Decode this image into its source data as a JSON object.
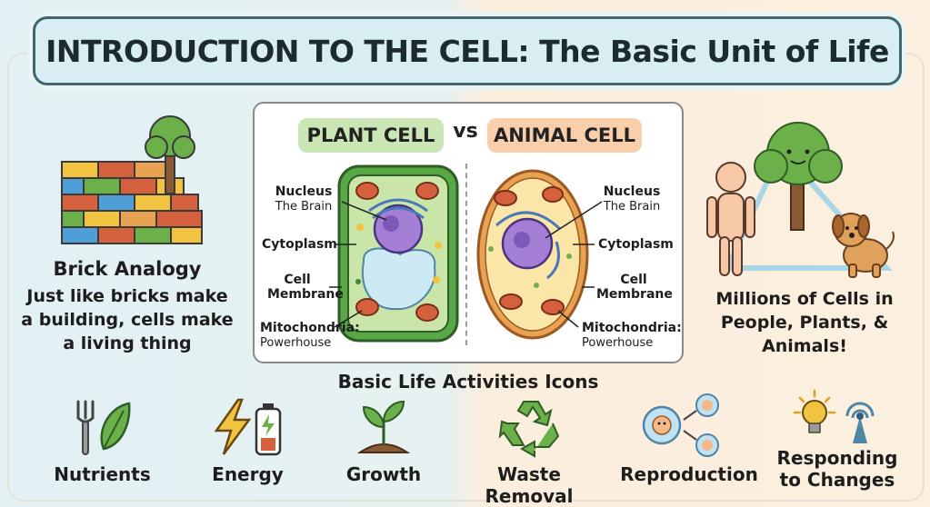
{
  "title": "INTRODUCTION TO THE CELL: The Basic Unit of Life",
  "comparison": {
    "plant_label": "PLANT CELL",
    "vs": "vs",
    "animal_label": "ANIMAL CELL",
    "plant_labels": {
      "nucleus": "Nucleus",
      "nucleus_sub": "The Brain",
      "cytoplasm": "Cytoplasm",
      "membrane_1": "Cell",
      "membrane_2": "Membrane",
      "mito": "Mitochondria:",
      "mito_sub": "Powerhouse"
    },
    "animal_labels": {
      "nucleus": "Nucleus",
      "nucleus_sub": "The Brain",
      "cytoplasm": "Cytoplasm",
      "membrane_1": "Cell",
      "membrane_2": "Membrane",
      "mito": "Mitochondria:",
      "mito_sub": "Powerhouse"
    }
  },
  "brick": {
    "heading": "Brick Analogy",
    "line1": "Just like bricks make",
    "line2": "a building, cells make",
    "line3": "a living thing"
  },
  "organisms": {
    "line1": "Millions of Cells in",
    "line2": "People, Plants, &",
    "line3": "Animals!"
  },
  "activities": {
    "title": "Basic Life Activities Icons",
    "items": [
      {
        "label": "Nutrients",
        "icon": "fork-leaf-icon"
      },
      {
        "label": "Energy",
        "icon": "lightning-battery-icon"
      },
      {
        "label": "Growth",
        "icon": "sprout-icon"
      },
      {
        "label": "Waste Removal",
        "icon": "recycle-icon"
      },
      {
        "label": "Reproduction",
        "icon": "cell-division-icon"
      },
      {
        "label": "Responding",
        "label2": "to Changes",
        "icon": "bulb-signal-icon"
      }
    ]
  },
  "colors": {
    "plant_wall": "#58a845",
    "animal_wall": "#e9a252",
    "nucleus": "#9a6fcf",
    "mitochondria": "#d4603e"
  }
}
